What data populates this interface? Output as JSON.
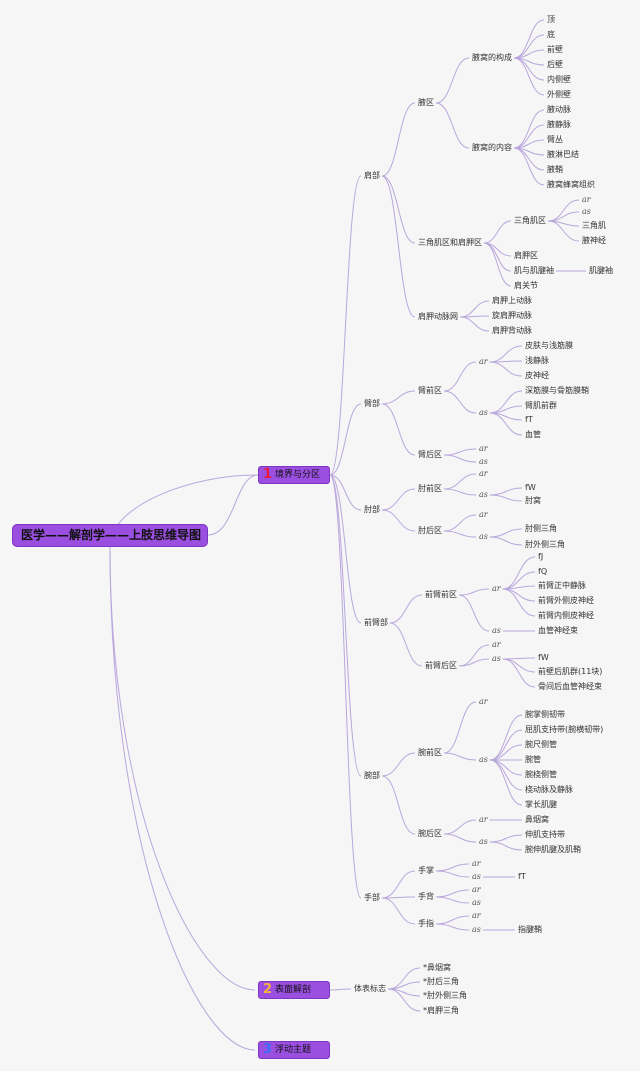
{
  "root": "医学——解剖学——上肢思维导图",
  "categories": [
    {
      "num": "1",
      "num_color": "#e8193a",
      "label": "境界与分区"
    },
    {
      "num": "2",
      "num_color": "#f4b13b",
      "label": "表面解剖"
    },
    {
      "num": "3",
      "num_color": "#3b6ef4",
      "label": "浮动主题"
    }
  ],
  "nodes": {
    "n01": "肩部",
    "n02": "腋区",
    "n03": "腋窝的构成",
    "n04": "顶",
    "n05": "底",
    "n06": "前壁",
    "n07": "后壁",
    "n08": "内侧壁",
    "n09": "外侧壁",
    "n10": "腋窝的内容",
    "n11": "腋动脉",
    "n12": "腋静脉",
    "n13": "臂丛",
    "n14": "腋淋巴结",
    "n15": "腋鞘",
    "n16": "腋窝蜂窝组织",
    "n17": "三角肌区和肩胛区",
    "n18": "三角肌区",
    "n19": "ar",
    "n20": "as",
    "n21": "三角肌",
    "n22": "腋神经",
    "n23": "肩胛区",
    "n24": "肌与肌腱袖",
    "n25": "肌腱袖",
    "n26": "肩关节",
    "n27": "肩胛动脉网",
    "n28": "肩胛上动脉",
    "n29": "旋肩胛动脉",
    "n30": "肩胛背动脉",
    "n31": "臂部",
    "n32": "臂前区",
    "n33": "ar",
    "n34": "皮肤与浅筋膜",
    "n35": "浅静脉",
    "n36": "皮神经",
    "n37": "as",
    "n38": "深筋膜与骨筋膜鞘",
    "n39": "臂肌前群",
    "n40": "fT",
    "n41": "血管",
    "n42": "臂后区",
    "n43": "ar",
    "n44": "as",
    "n45": "肘部",
    "n46": "肘前区",
    "n47": "ar",
    "n48": "as",
    "n49": "fW",
    "n50": "肘窝",
    "n51": "肘后区",
    "n52": "ar",
    "n53": "as",
    "n54": "肘侧三角",
    "n55": "肘外侧三角",
    "n56": "前臂部",
    "n57": "前臂前区",
    "n58": "ar",
    "n59": "fJ",
    "n60": "fQ",
    "n61": "前臂正中静脉",
    "n62": "前臂外侧皮神经",
    "n63": "前臂内侧皮神经",
    "n64": "as",
    "n65": "血管神经束",
    "n66": "前臂后区",
    "n67": "ar",
    "n68": "as",
    "n69": "fW",
    "n70": "前壁后肌群(11块)",
    "n71": "骨间后血管神经束",
    "n72": "腕部",
    "n73": "腕前区",
    "n74": "ar",
    "n75": "as",
    "n76": "腕掌侧韧带",
    "n77": "屈肌支持带(腕横韧带)",
    "n78": "腕尺侧管",
    "n79": "腕管",
    "n80": "腕桡侧管",
    "n81": "桡动脉及静脉",
    "n82": "掌长肌腱",
    "n83": "腕后区",
    "n84": "ar",
    "n85": "鼻烟窝",
    "n86": "as",
    "n87": "伸肌支持带",
    "n88": "腕伸肌腱及肌鞘",
    "n89": "手部",
    "n90": "手掌",
    "n91": "ar",
    "n92": "as",
    "n93": "fT",
    "n94": "手背",
    "n95": "ar",
    "n96": "as",
    "n97": "手指",
    "n98": "ar",
    "n99": "as",
    "n100": "指腱鞘",
    "n101": "体表标志",
    "n102": "*鼻烟窝",
    "n103": "*肘后三角",
    "n104": "*肘外侧三角",
    "n105": "*肩胛三角"
  },
  "link_color": "#b9a7dc"
}
